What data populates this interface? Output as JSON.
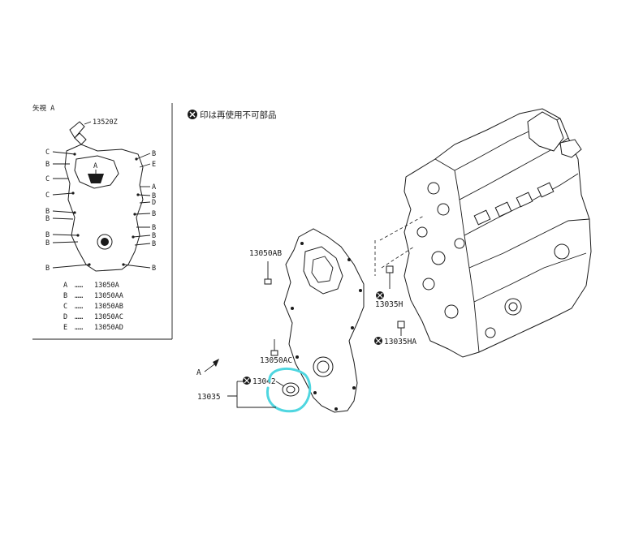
{
  "note": "印は再使用不可部品",
  "inset": {
    "view_label": "矢視 A",
    "view_letter": "A",
    "top_part": "13520Z",
    "left_letters": [
      "C",
      "B",
      "C",
      "C",
      "B",
      "B",
      "B",
      "B",
      "B"
    ],
    "right_letters": [
      "B",
      "E",
      "A",
      "B",
      "D",
      "B",
      "B",
      "B",
      "B",
      "B"
    ],
    "legend": [
      {
        "key": "A",
        "dots": "……",
        "part": "13050A"
      },
      {
        "key": "B",
        "dots": "……",
        "part": "13050AA"
      },
      {
        "key": "C",
        "dots": "……",
        "part": "13050AB"
      },
      {
        "key": "D",
        "dots": "……",
        "part": "13050AC"
      },
      {
        "key": "E",
        "dots": "……",
        "part": "13050AD"
      }
    ]
  },
  "callouts": {
    "bolt_ab": "13050AB",
    "bolt_ac": "13050AC",
    "seal": "13042",
    "cover": "13035",
    "plug_h": "13035H",
    "plug_ha": "13035HA",
    "arrow_a": "A"
  },
  "colors": {
    "line": "#1a1a1a",
    "highlight": "#4fd6e0"
  }
}
